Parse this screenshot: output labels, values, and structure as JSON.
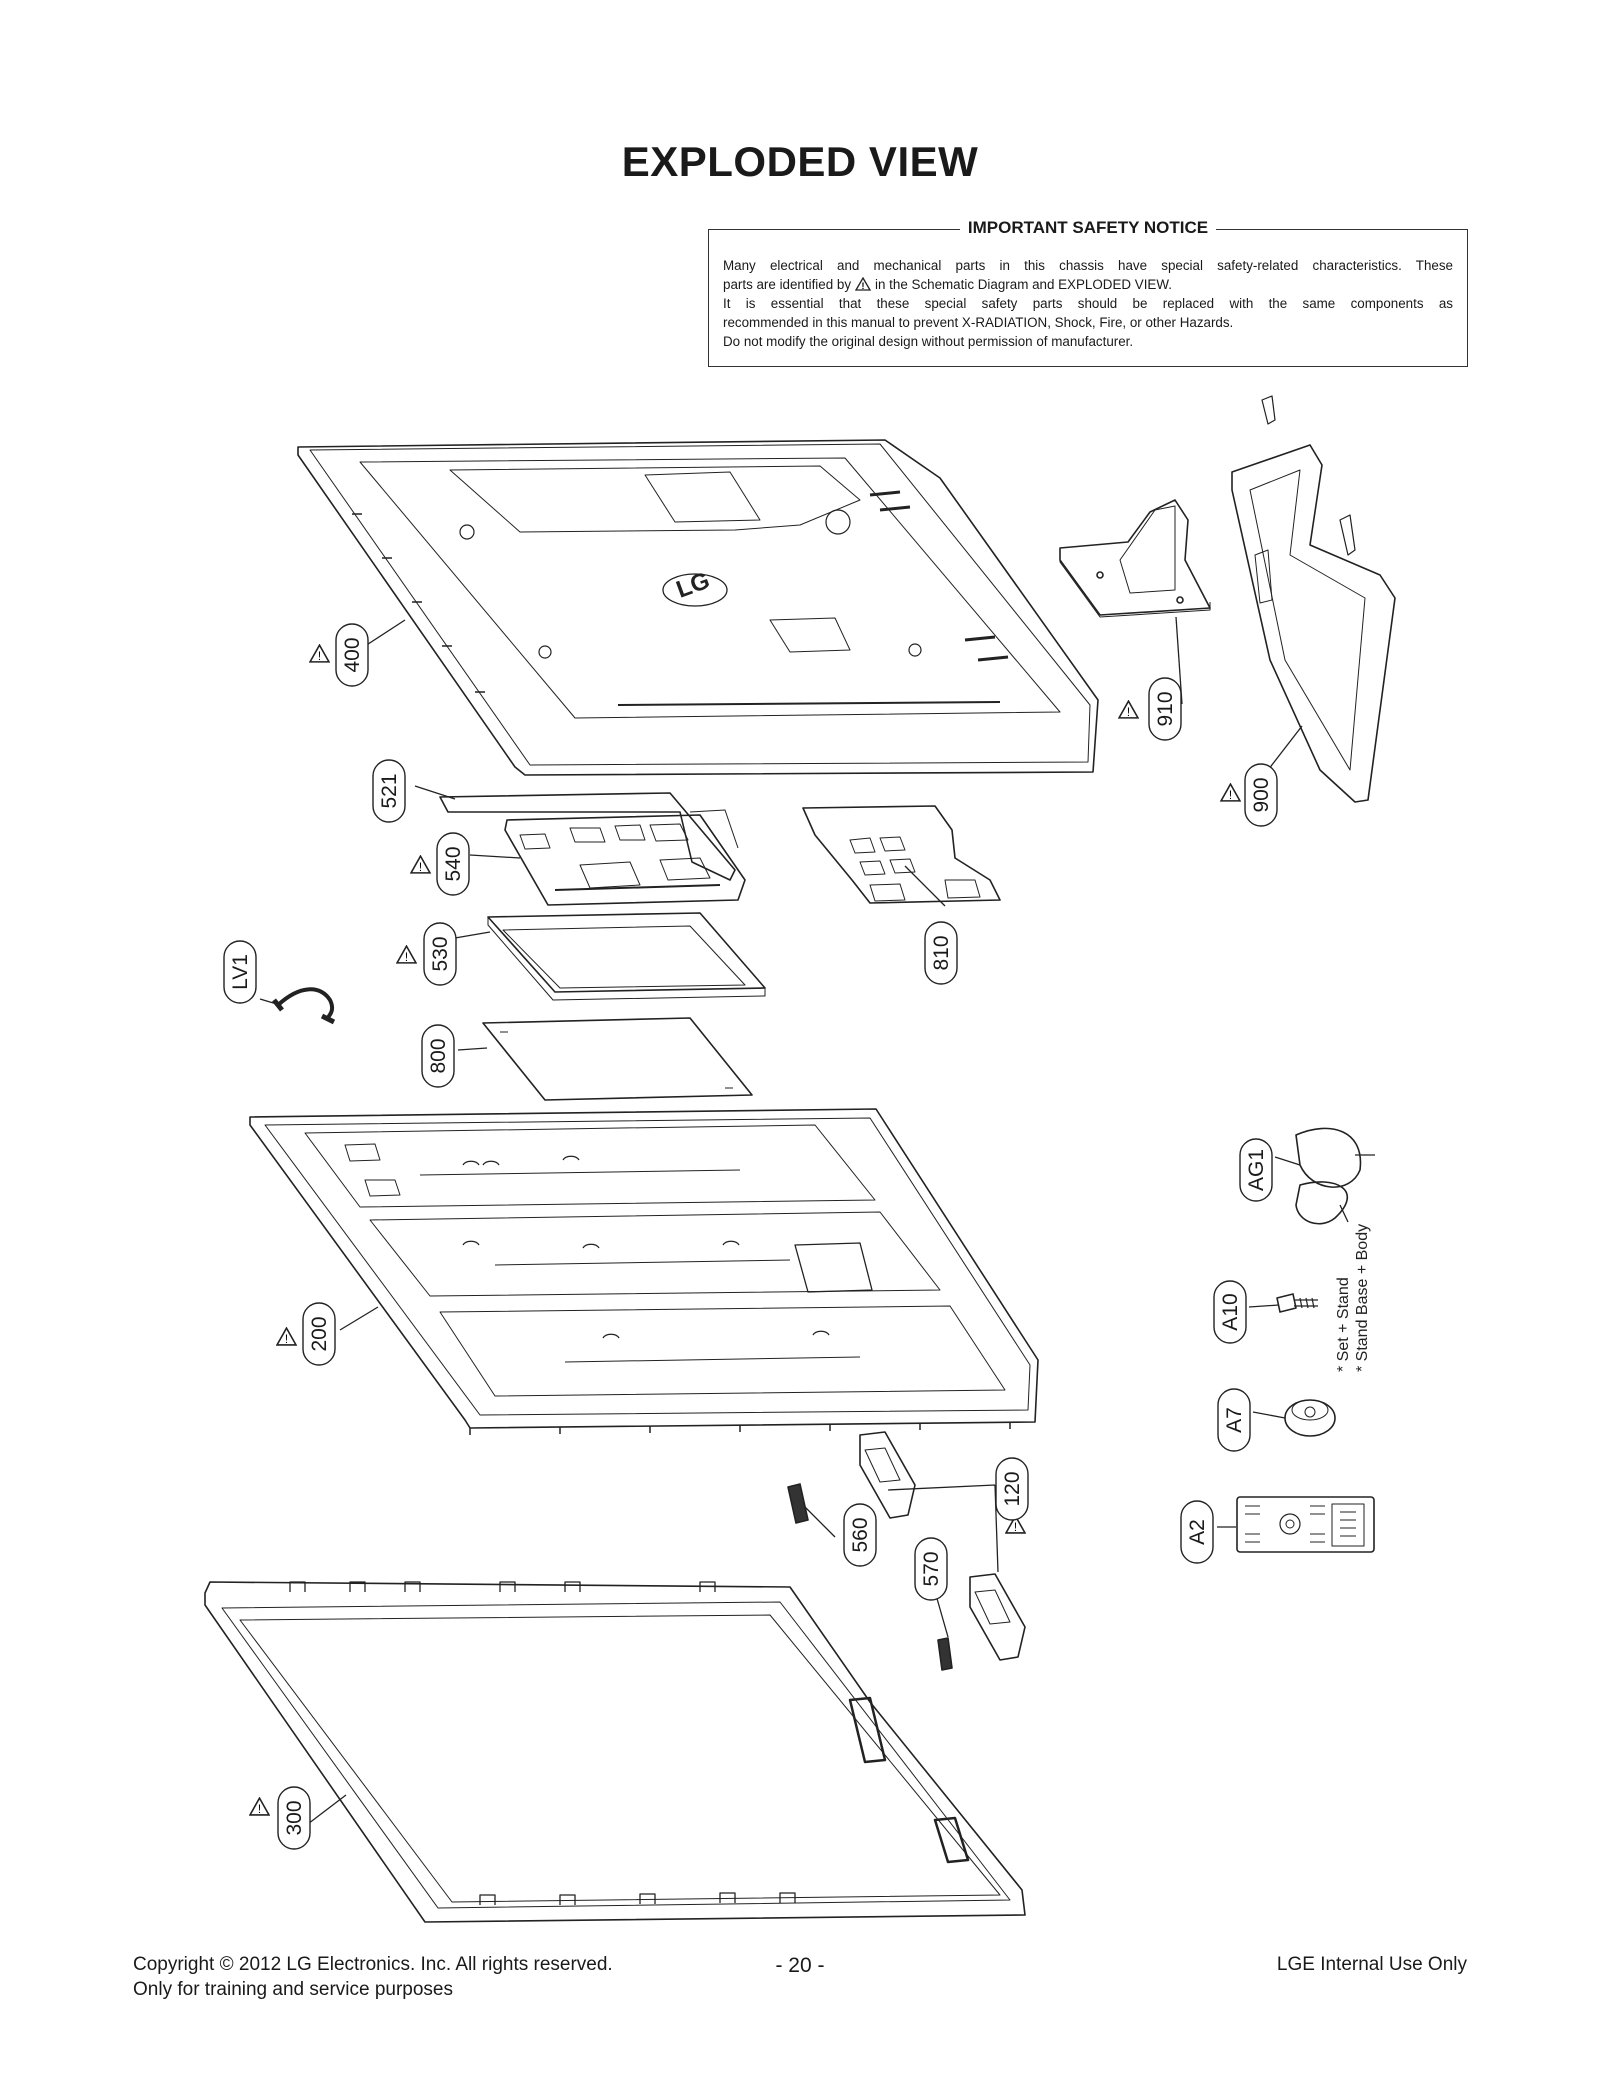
{
  "title": "EXPLODED VIEW",
  "safety_notice": {
    "heading": "IMPORTANT SAFETY NOTICE",
    "line1": "Many electrical and mechanical parts in this chassis have special safety-related characteristics. These",
    "line2a": "parts are identified by",
    "line2b": "in the Schematic Diagram and EXPLODED VIEW.",
    "line3": "It is essential that these special safety parts should be replaced with the same components as",
    "line4": "recommended in this manual to prevent X-RADIATION, Shock, Fire, or other Hazards.",
    "line5": "Do not modify the original design without permission of manufacturer."
  },
  "parts": {
    "p400": "400",
    "p910": "910",
    "p900": "900",
    "p521": "521",
    "p540": "540",
    "p810": "810",
    "p530": "530",
    "pLV1": "LV1",
    "p800": "800",
    "pAG1": "AG1",
    "p200": "200",
    "pA10": "A10",
    "pA7": "A7",
    "p120": "120",
    "p560": "560",
    "pA2": "A2",
    "p570": "570",
    "p300": "300"
  },
  "screw_note": {
    "line1": "* Set + Stand",
    "line2": "* Stand Base + Body"
  },
  "footer": {
    "copyright": "Copyright  © 2012  LG Electronics. Inc. All rights reserved.",
    "purpose": "Only for training and service purposes",
    "page_number": "- 20 -",
    "internal": "LGE Internal Use Only"
  },
  "icons": {
    "safety_mark": "warning-triangle-icon"
  }
}
